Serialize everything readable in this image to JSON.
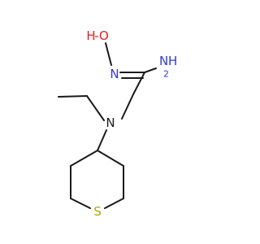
{
  "colors": {
    "bond": "#1a1a1a",
    "N": "#2f3bd6",
    "O": "#e0201b",
    "S": "#b8a10a"
  },
  "atoms": {
    "hydroxyl": {
      "O": "O",
      "H": "H"
    },
    "oxime_N": "N",
    "amine": {
      "N": "N",
      "H": "H",
      "sub": "2"
    },
    "tertiary_N": "N",
    "S": "S"
  }
}
